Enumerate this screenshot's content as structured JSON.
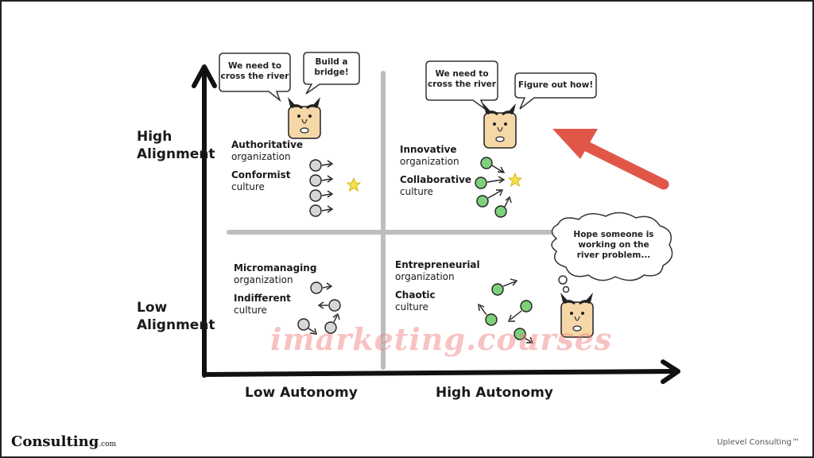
{
  "axes": {
    "y_high": [
      "High",
      "Alignment"
    ],
    "y_low": [
      "Low",
      "Alignment"
    ],
    "x_low": "Low Autonomy",
    "x_high": "High Autonomy"
  },
  "quadrants": {
    "top_left": {
      "org_line1": "Authoritative",
      "org_line2": "organization",
      "culture_line1": "Conformist",
      "culture_line2": "culture"
    },
    "top_right": {
      "org_line1": "Innovative",
      "org_line2": "organization",
      "culture_line1": "Collaborative",
      "culture_line2": "culture"
    },
    "bottom_left": {
      "org_line1": "Micromanaging",
      "org_line2": "organization",
      "culture_line1": "Indifferent",
      "culture_line2": "culture"
    },
    "bottom_right": {
      "org_line1": "Entrepreneurial",
      "org_line2": "organization",
      "culture_line1": "Chaotic",
      "culture_line2": "culture"
    }
  },
  "bubbles": {
    "tl_left": [
      "We need to",
      "cross the river"
    ],
    "tl_right": [
      "Build a",
      "bridge!"
    ],
    "tr_left": [
      "We need to",
      "cross the river"
    ],
    "tr_right": [
      "Figure out how!"
    ],
    "br_thought": [
      "Hope someone is",
      "working on the",
      "river problem..."
    ]
  },
  "watermark": "imarketing.courses",
  "footer": {
    "logo": "Consulting",
    "logo_suffix": ".com",
    "right": "Uplevel Consulting™"
  },
  "colors": {
    "arrow": "#e0574a",
    "face": "#f5d7a8",
    "green_face": "#7ed07a",
    "gray_face": "#d6d6d6",
    "star": "#f7e14a",
    "divider": "#bfbfbf"
  }
}
